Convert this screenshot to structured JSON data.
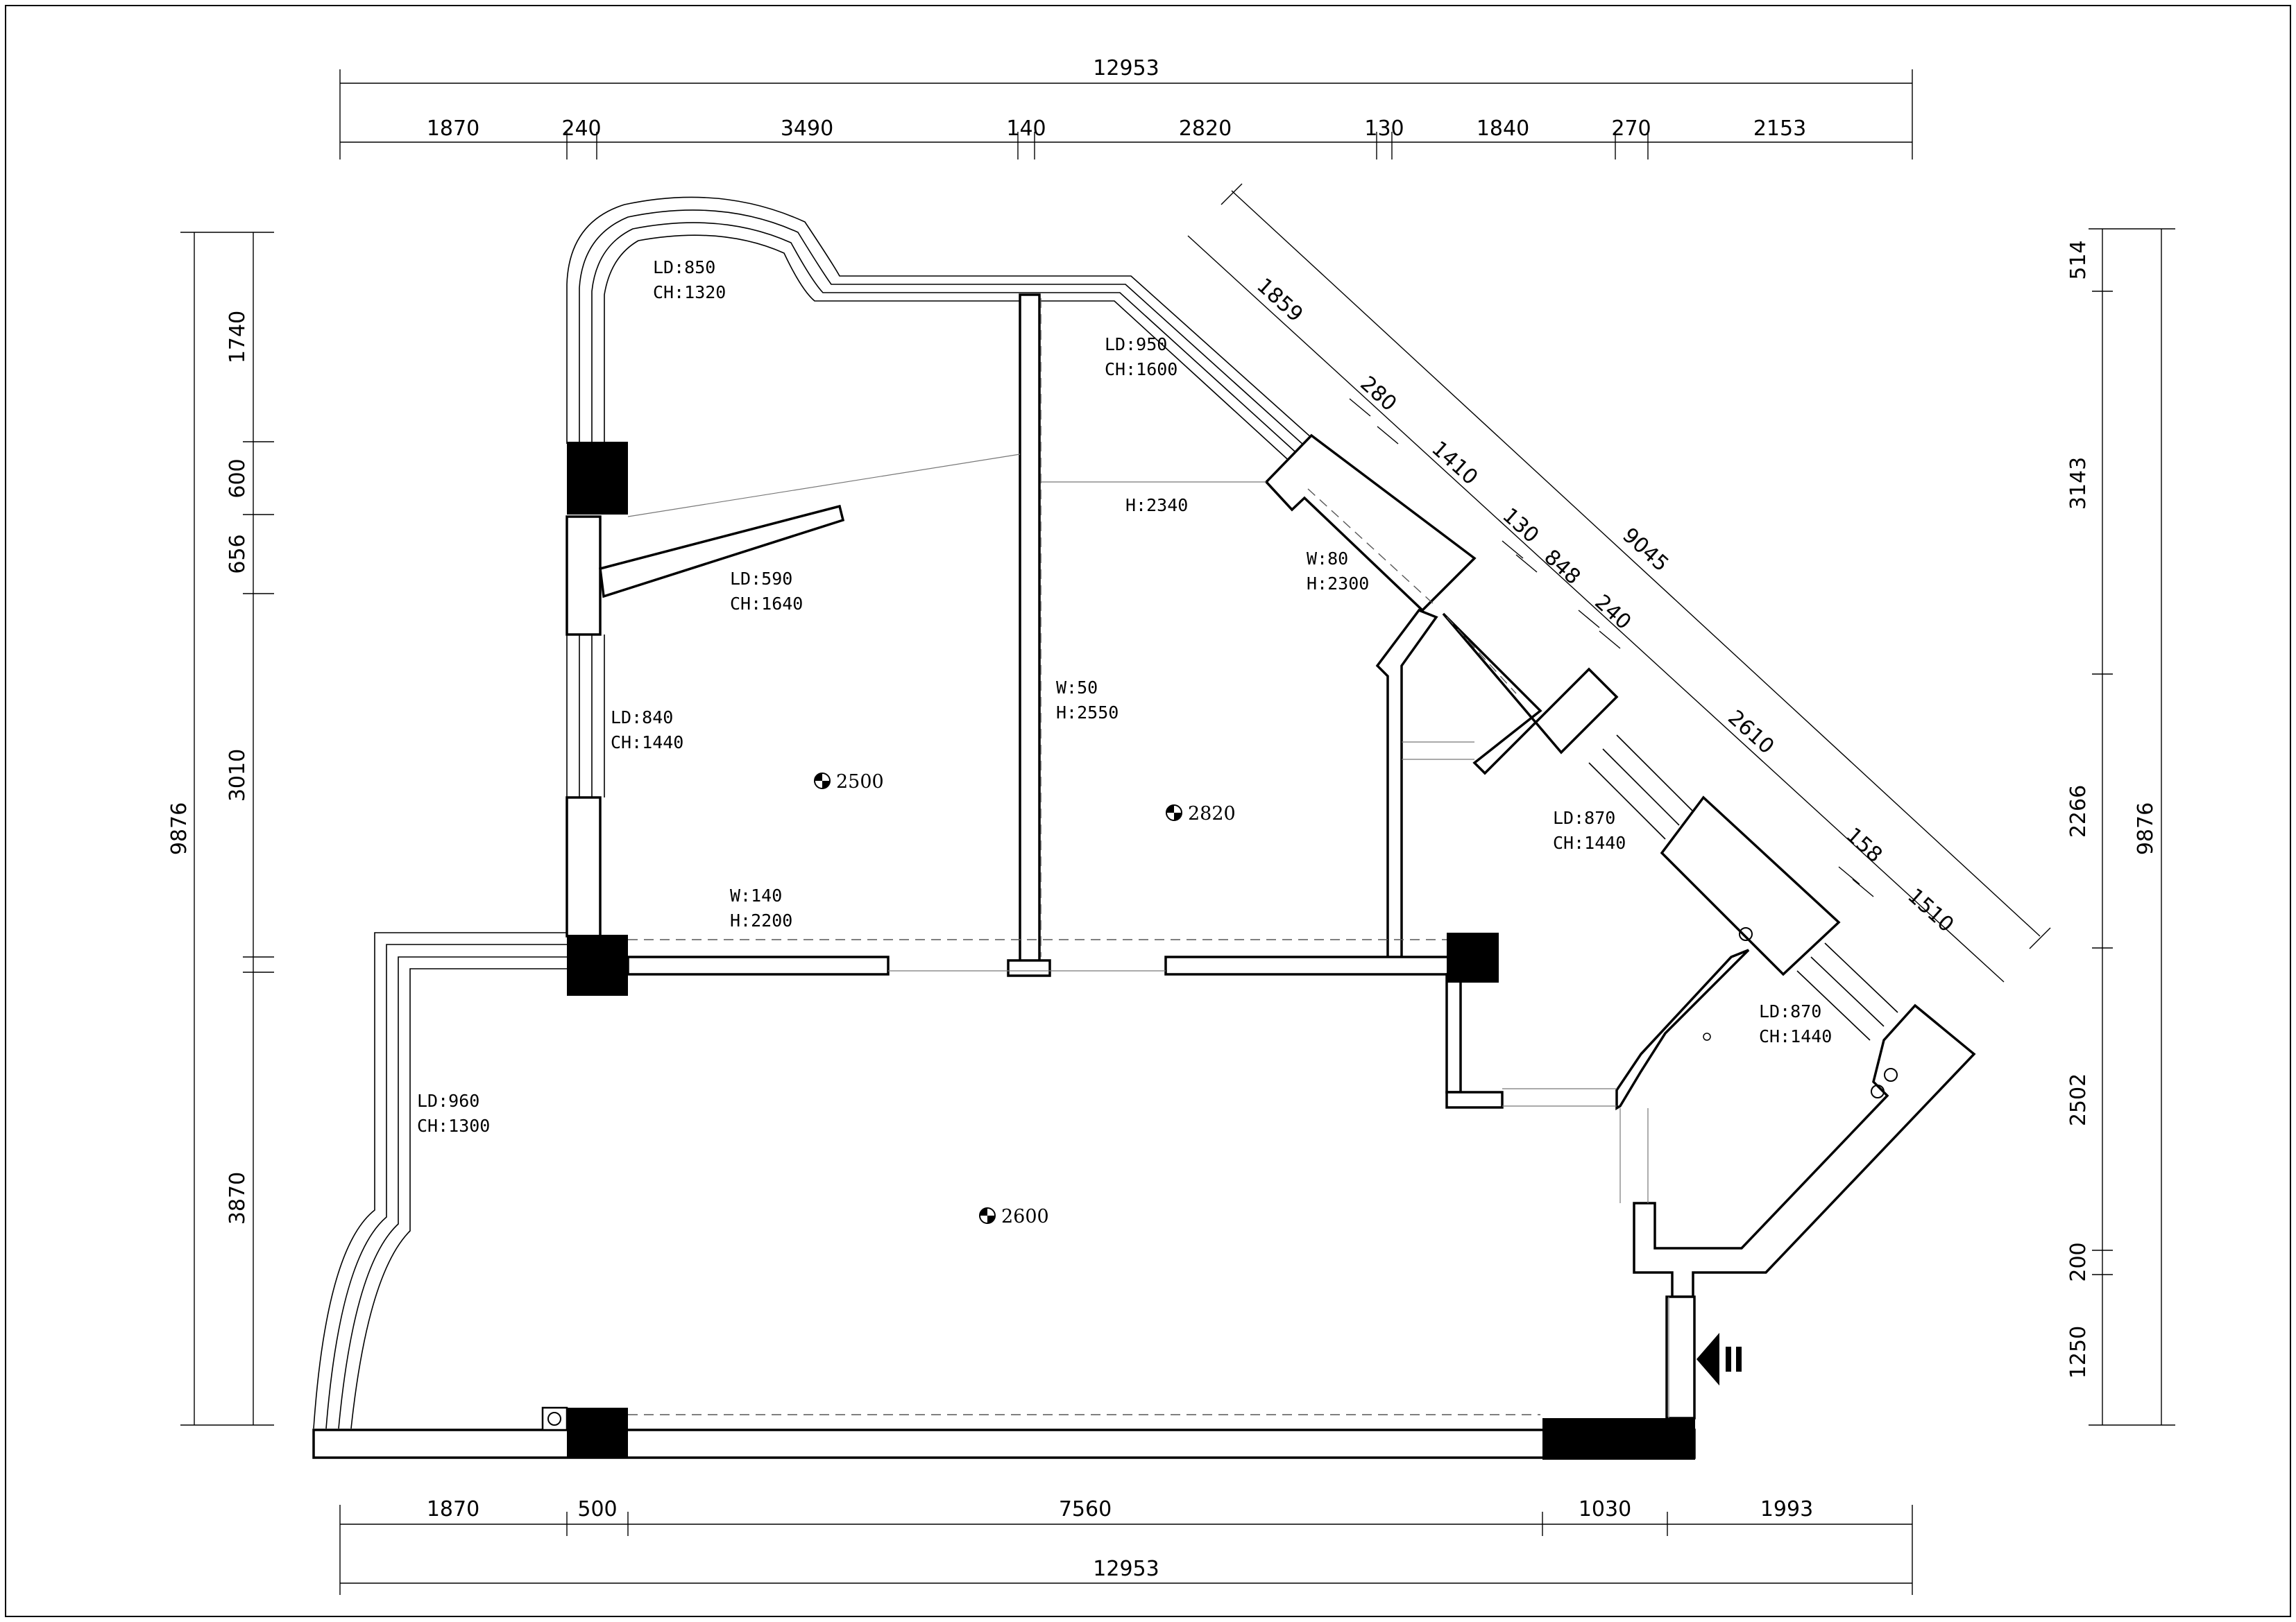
{
  "dimensions": {
    "top_total": "12953",
    "top_segments": [
      "1870",
      "240",
      "3490",
      "140",
      "2820",
      "130",
      "1840",
      "270",
      "2153"
    ],
    "bottom_segments": [
      "1870",
      "500",
      "7560",
      "1030",
      "1993"
    ],
    "bottom_total": "12953",
    "left_segments": [
      "1740",
      "600",
      "656",
      "3010",
      "3870"
    ],
    "left_total": "9876",
    "right_segments": [
      "514",
      "3143",
      "2266",
      "2502",
      "200",
      "1250"
    ],
    "right_total": "9876",
    "diagonal_segments": [
      "1859",
      "280",
      "1410",
      "130",
      "848",
      "240",
      "2610",
      "158",
      "1510"
    ],
    "diagonal_total": "9045"
  },
  "openings": [
    {
      "ld": "LD:850",
      "ch": "CH:1320"
    },
    {
      "ld": "LD:950",
      "ch": "CH:1600"
    },
    {
      "ld": "LD:590",
      "ch": "CH:1640"
    },
    {
      "ld": "LD:840",
      "ch": "CH:1440"
    },
    {
      "ld": "LD:870",
      "ch": "CH:1440"
    },
    {
      "ld": "LD:870",
      "ch": "CH:1440"
    },
    {
      "ld": "LD:960",
      "ch": "CH:1300"
    }
  ],
  "wall_notes": [
    {
      "w": "",
      "h": "H:2340"
    },
    {
      "w": "W:80",
      "h": "H:2300"
    },
    {
      "w": "W:50",
      "h": "H:2550"
    },
    {
      "w": "W:140",
      "h": "H:2200"
    }
  ],
  "ceiling_heights": [
    "2500",
    "2820",
    "2600"
  ],
  "entrance_symbol": "arrow-left-icon"
}
